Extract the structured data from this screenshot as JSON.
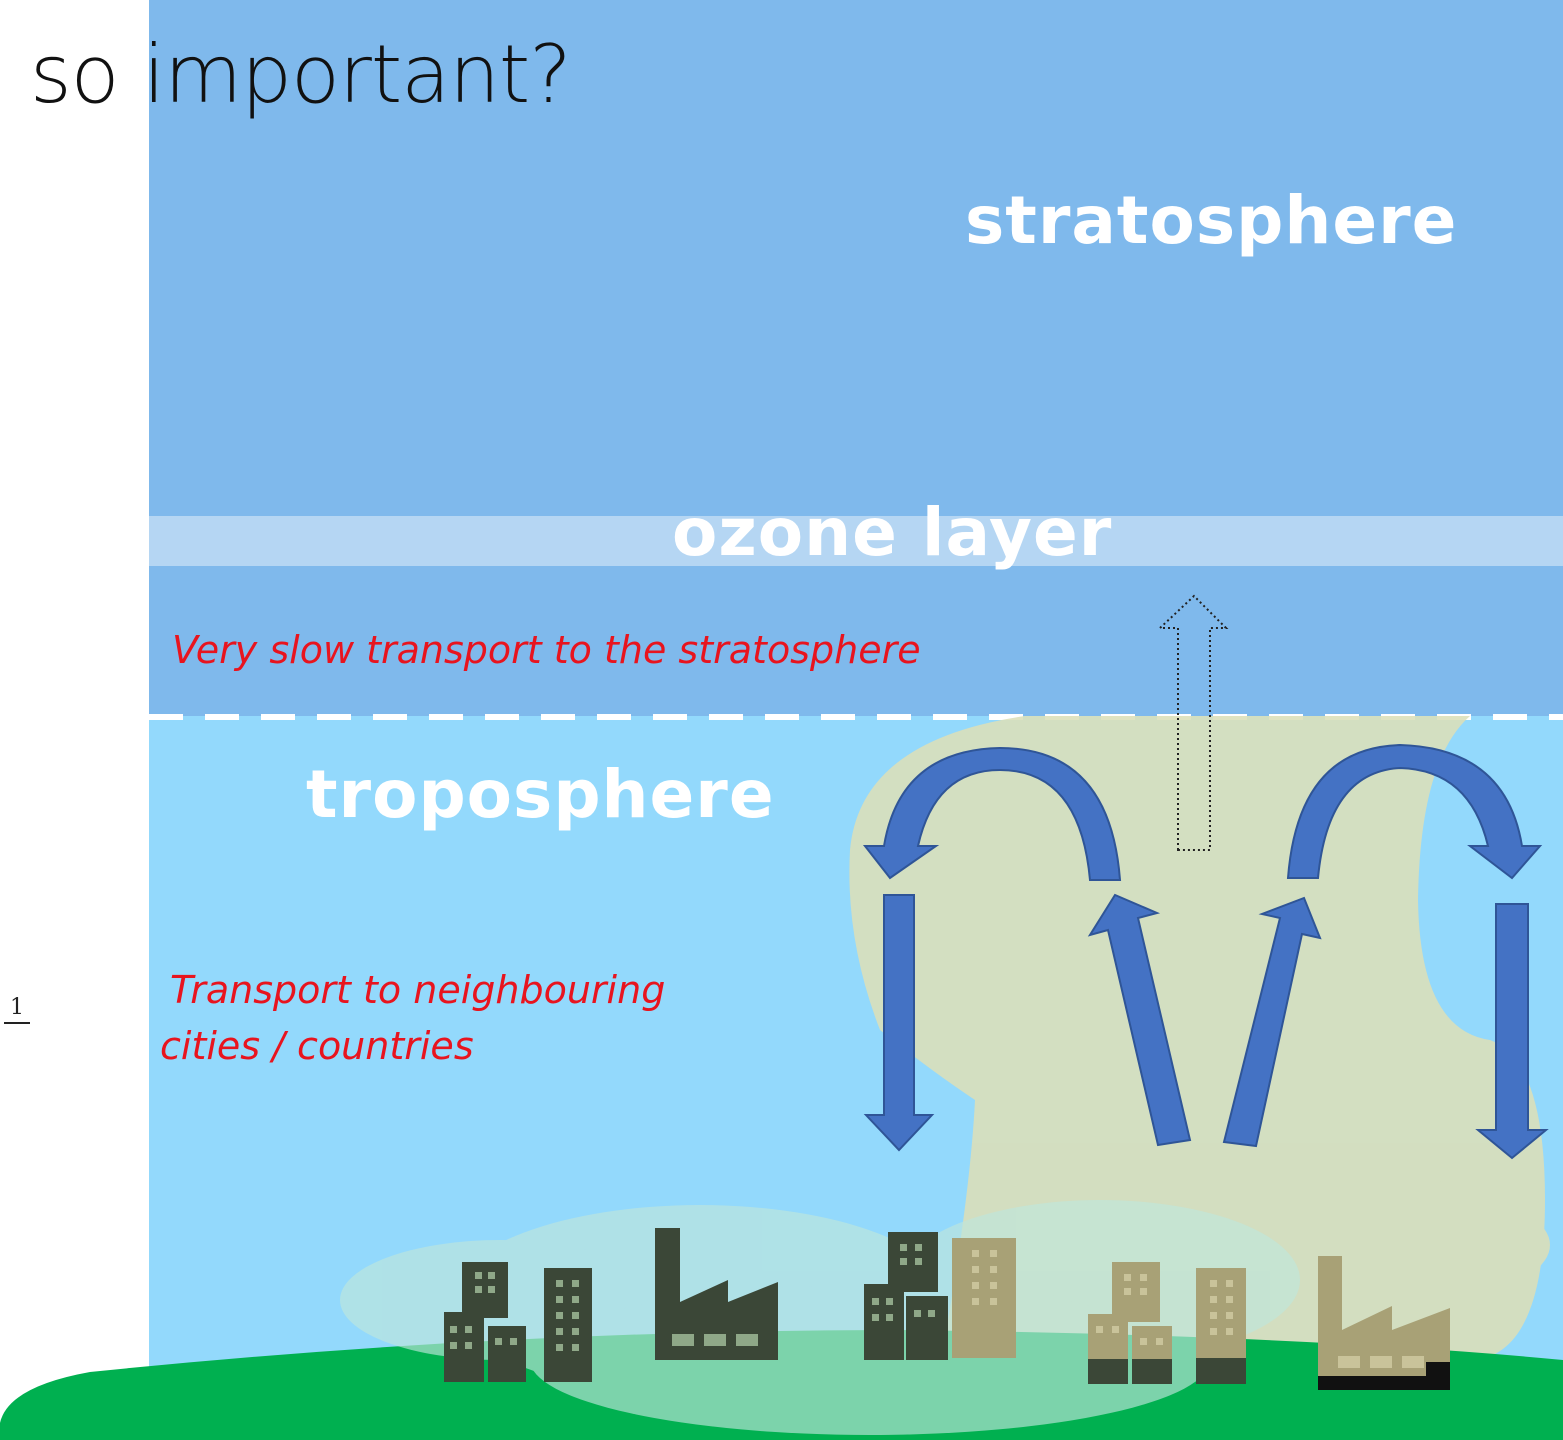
{
  "slide": {
    "title": "so important?",
    "fragment_number": "1"
  },
  "labels": {
    "stratosphere": "stratosphere",
    "ozone_layer": "ozone layer",
    "troposphere": "troposphere"
  },
  "annotations": {
    "slow_transport": "Very slow transport to the stratosphere",
    "neighbour_transport_line1": "Transport to neighbouring",
    "neighbour_transport_line2": "cities / countries"
  },
  "colors": {
    "stratosphere": "#7fb9ec",
    "ozone_layer": "#b5d6f3",
    "troposphere": "#93d9fc",
    "ground": "#00b050",
    "pollution_cloud": "#dcdfb8",
    "arrow": "#4472c4",
    "arrow_dark": "#2f5597",
    "building_dark": "#3b4737",
    "building_light": "#a8a176",
    "annotation_text": "#e8141e"
  },
  "icons": [
    "building-cluster-icon",
    "factory-icon"
  ]
}
